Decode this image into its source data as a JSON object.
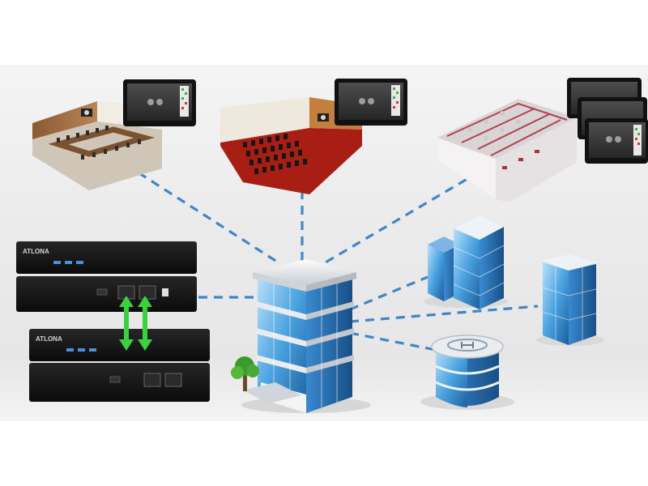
{
  "device_brand": "ATLONA",
  "colors": {
    "link_line": "#3f86c8",
    "arrow": "#3ad13f",
    "chassis": "#141414",
    "tablet_frame": "#111111",
    "glass": "#6fb7ea",
    "carpet": "#a81e14"
  },
  "icons": {
    "devices": "av-over-ip-encoder-decoder-pair",
    "rooms": [
      "boardroom",
      "auditorium",
      "office-floor"
    ],
    "hub": "headquarters-building",
    "remote_sites": [
      "twin-tower-office",
      "glass-tower",
      "round-building-with-helipad"
    ]
  }
}
